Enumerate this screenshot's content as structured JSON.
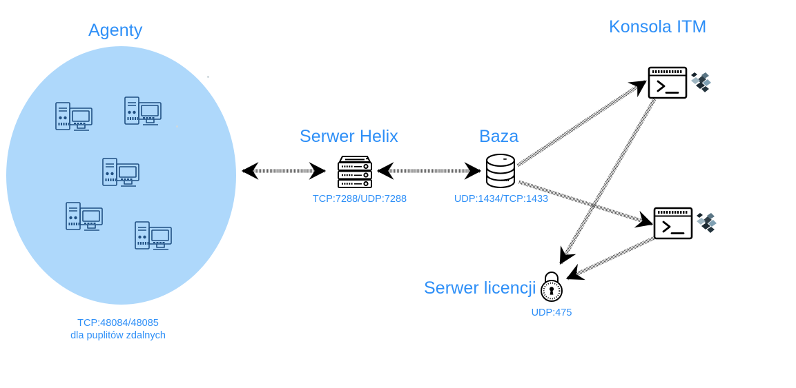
{
  "diagram": {
    "title_color": "#2e8ff7",
    "cloud_color": "#aed8fb",
    "pc_stroke": "#1f4f82",
    "wire_color": "#000000"
  },
  "nodes": {
    "agents": {
      "title": "Agenty",
      "port_line1": "TCP:48084/48085",
      "port_line2": "dla puplitów zdalnych",
      "icon": "workstation-icon",
      "count": 5
    },
    "helix": {
      "title": "Serwer Helix",
      "port": "TCP:7288/UDP:7288",
      "icon": "server-rack-icon"
    },
    "database": {
      "title": "Baza",
      "port": "UDP:1434/TCP:1433",
      "icon": "database-cylinder-icon"
    },
    "console": {
      "title": "Konsola ITM",
      "icon": "terminal-window-icon",
      "badge_icon": "puzzle-tiles-icon",
      "count": 2
    },
    "license": {
      "title": "Serwer licencji",
      "port": "UDP:475",
      "icon": "padlock-icon"
    }
  },
  "links": [
    {
      "name": "agents-helix",
      "from": "agents",
      "to": "helix",
      "style": "dotted",
      "arrows": "both"
    },
    {
      "name": "helix-database",
      "from": "helix",
      "to": "database",
      "style": "dotted",
      "arrows": "both"
    },
    {
      "name": "database-console1",
      "from": "database",
      "to": "console1",
      "style": "dotted",
      "arrows": "end"
    },
    {
      "name": "database-console2",
      "from": "database",
      "to": "console2",
      "style": "dotted",
      "arrows": "end"
    },
    {
      "name": "console1-license",
      "from": "console1",
      "to": "license",
      "style": "dotted",
      "arrows": "end"
    },
    {
      "name": "console2-license",
      "from": "console2",
      "to": "license",
      "style": "dotted",
      "arrows": "end"
    }
  ]
}
